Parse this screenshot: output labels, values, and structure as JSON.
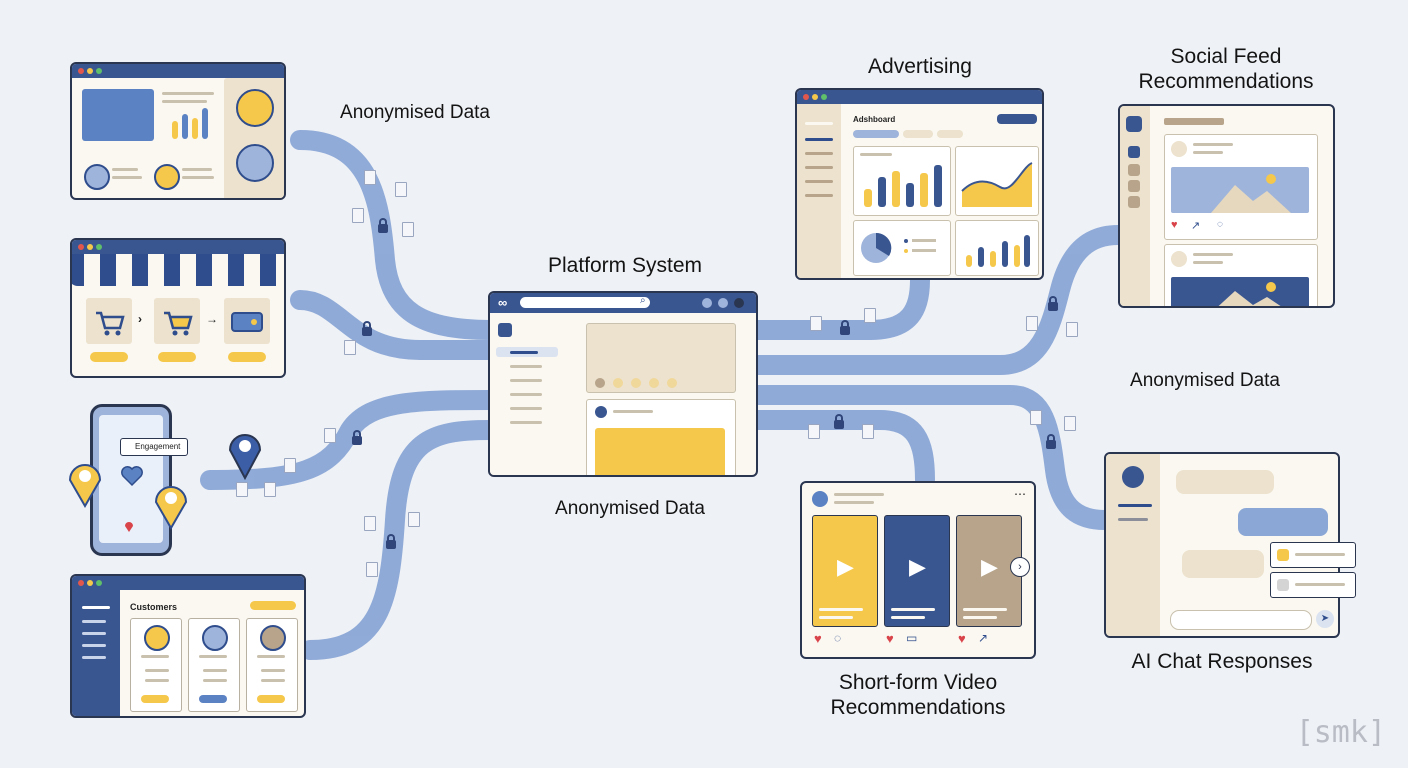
{
  "labels": {
    "anon_top_left": "Anonymised Data",
    "anon_center": "Anonymised Data",
    "anon_right": "Anonymised Data",
    "platform": "Platform System",
    "advertising": "Advertising",
    "social_feed": "Social Feed\nRecommendations",
    "short_form": "Short-form Video\nRecommendations",
    "ai_chat": "AI Chat Responses"
  },
  "cards": {
    "adshboard_title": "Adshboard",
    "customers_title": "Customers",
    "engagement_tag": "Engagement"
  },
  "watermark": "[smk]",
  "colors": {
    "pipe": "#7f9fd3",
    "navy": "#2f4d8c",
    "yellow": "#f5c84b",
    "beige": "#ece2cd",
    "tan": "#b7a48a",
    "heart": "#d9444a"
  },
  "icons": [
    "shopping-cart-icon",
    "credit-card-icon",
    "location-pin-icon",
    "heart-icon",
    "play-icon",
    "lock-icon",
    "document-icon",
    "share-icon",
    "comment-icon",
    "send-icon",
    "search-icon",
    "meta-logo-icon"
  ]
}
